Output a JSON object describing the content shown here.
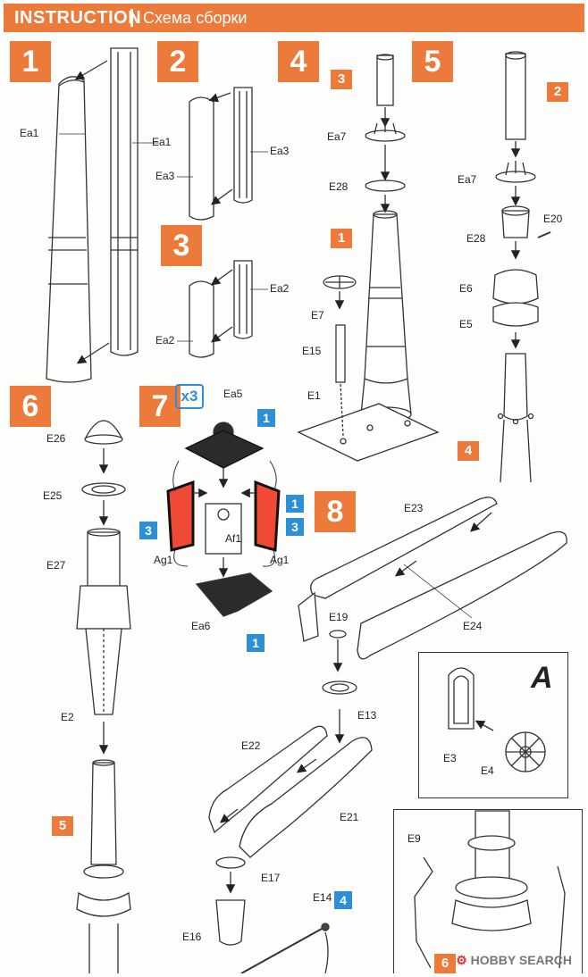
{
  "header": {
    "title": "INSTRUCTION",
    "subtitle": "Схема сборки"
  },
  "steps": [
    "1",
    "2",
    "3",
    "4",
    "5",
    "6",
    "7",
    "8"
  ],
  "step7_multiplier": "x3",
  "detail_letter": "A",
  "part_labels": {
    "ea1_a": "Ea1",
    "ea1_b": "Ea1",
    "ea3_a": "Ea3",
    "ea3_b": "Ea3",
    "ea2_a": "Ea2",
    "ea2_b": "Ea2",
    "ea7_s4": "Ea7",
    "e28_s4": "E28",
    "e7": "E7",
    "e15": "E15",
    "e1": "E1",
    "ea7_s5": "Ea7",
    "e28_s5": "E28",
    "e20": "E20",
    "e6": "E6",
    "e5": "E5",
    "e26": "E26",
    "e25": "E25",
    "e27": "E27",
    "e2": "E2",
    "ea5": "Ea5",
    "af1": "Af1",
    "ag1_a": "Ag1",
    "ag1_b": "Ag1",
    "ea6": "Ea6",
    "e23": "E23",
    "e24": "E24",
    "e19": "E19",
    "e13": "E13",
    "e22": "E22",
    "e21": "E21",
    "e17": "E17",
    "e16": "E16",
    "e14": "E14",
    "e3": "E3",
    "e4": "E4",
    "e9": "E9"
  },
  "refs": {
    "s4_top": "3",
    "s4_mid": "1",
    "s5_top": "2",
    "s5_bot": "4",
    "s6_bot": "5",
    "s7_top": "1",
    "s7_right": "1",
    "s7_r3": "3",
    "s7_l3": "3",
    "s7_bot": "1",
    "s8_e14": "4",
    "detail_bottom": "6"
  },
  "watermark": {
    "brand": "HOBBY",
    "suffix": "SEARCH"
  }
}
